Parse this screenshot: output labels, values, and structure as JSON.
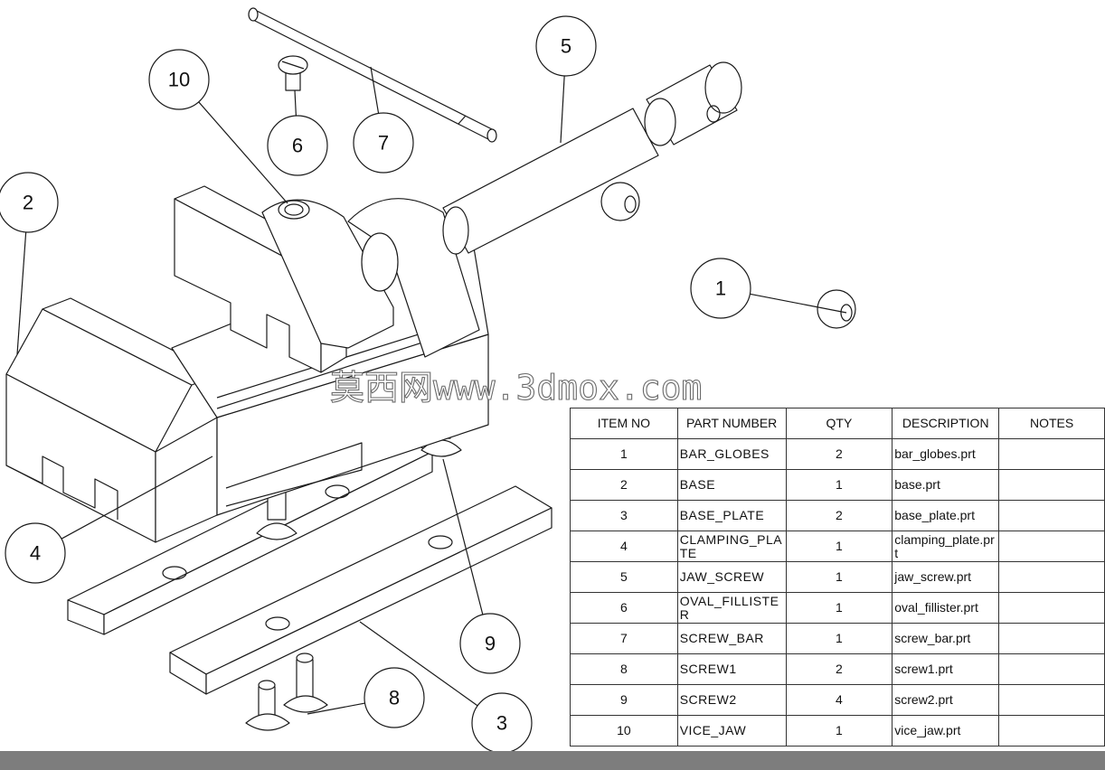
{
  "watermark": "莫西网www.3dmox.com",
  "balloons": [
    {
      "num": "1",
      "to": [
        936,
        346
      ]
    },
    {
      "num": "2",
      "to": [
        19,
        392
      ]
    },
    {
      "num": "3",
      "to": [
        398,
        688
      ]
    },
    {
      "num": "4",
      "to": [
        235,
        505
      ]
    },
    {
      "num": "5",
      "to": [
        620,
        158
      ]
    },
    {
      "num": "6",
      "to": [
        326,
        100
      ]
    },
    {
      "num": "7",
      "to": [
        410,
        74
      ]
    },
    {
      "num": "8",
      "to": [
        340,
        790
      ]
    },
    {
      "num": "9",
      "to": [
        490,
        508
      ]
    },
    {
      "num": "10",
      "to": [
        318,
        225
      ]
    }
  ],
  "bom": {
    "headers": [
      "ITEM NO",
      "PART NUMBER",
      "QTY",
      "DESCRIPTION",
      "NOTES"
    ],
    "rows": [
      {
        "item": "1",
        "part": "BAR_GLOBES",
        "qty": "2",
        "desc": "bar_globes.prt",
        "notes": ""
      },
      {
        "item": "2",
        "part": "BASE",
        "qty": "1",
        "desc": "base.prt",
        "notes": ""
      },
      {
        "item": "3",
        "part": "BASE_PLATE",
        "qty": "2",
        "desc": "base_plate.prt",
        "notes": ""
      },
      {
        "item": "4",
        "part": "CLAMPING_PLATE",
        "qty": "1",
        "desc": "clamping_plate.prt",
        "notes": ""
      },
      {
        "item": "5",
        "part": "JAW_SCREW",
        "qty": "1",
        "desc": "jaw_screw.prt",
        "notes": ""
      },
      {
        "item": "6",
        "part": "OVAL_FILLISTER",
        "qty": "1",
        "desc": "oval_fillister.prt",
        "notes": ""
      },
      {
        "item": "7",
        "part": "SCREW_BAR",
        "qty": "1",
        "desc": "screw_bar.prt",
        "notes": ""
      },
      {
        "item": "8",
        "part": "SCREW1",
        "qty": "2",
        "desc": "screw1.prt",
        "notes": ""
      },
      {
        "item": "9",
        "part": "SCREW2",
        "qty": "4",
        "desc": "screw2.prt",
        "notes": ""
      },
      {
        "item": "10",
        "part": "VICE_JAW",
        "qty": "1",
        "desc": "vice_jaw.prt",
        "notes": ""
      }
    ]
  }
}
